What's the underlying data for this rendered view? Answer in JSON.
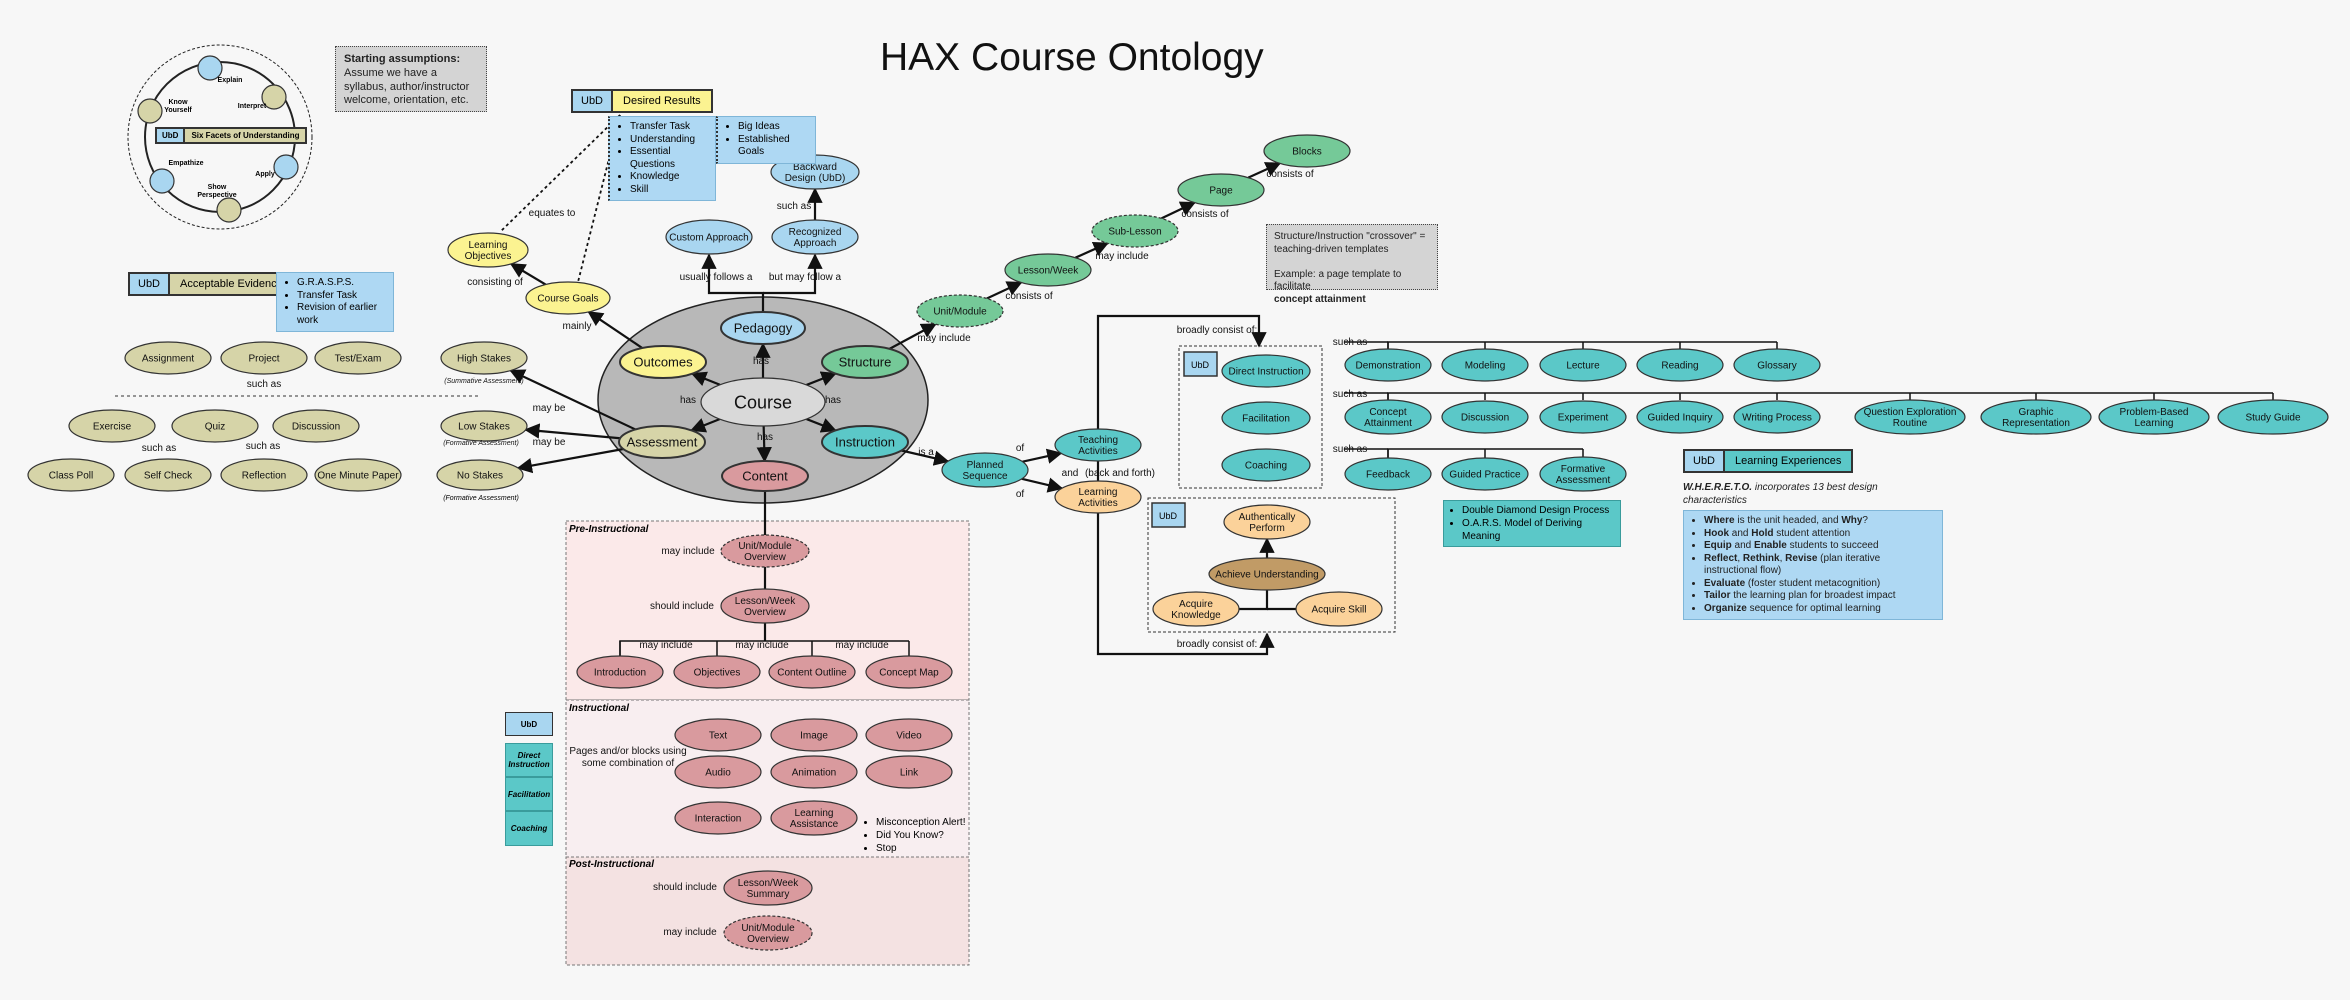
{
  "title": "HAX Course Ontology",
  "assumptions": {
    "heading": "Starting assumptions:",
    "text": "Assume we have a syllabus, author/instructor welcome, orientation, etc."
  },
  "crossover": {
    "line1": "Structure/Instruction \"crossover\" =",
    "line2": "teaching-driven templates",
    "line3": "Example: a page template to facilitate",
    "line4": "concept attainment"
  },
  "facets": {
    "ubd": "UbD",
    "label": "Six Facets of Understanding",
    "items": [
      "Explain",
      "Interpret",
      "Apply",
      "Show Perspective",
      "Empathize",
      "Know Yourself"
    ]
  },
  "desired_results": {
    "ubd": "UbD",
    "label": "Desired Results",
    "list1": [
      "Transfer Task",
      "Understanding",
      "Essential Questions",
      "Knowledge",
      "Skill"
    ],
    "list2": [
      "Big Ideas",
      "Established Goals"
    ]
  },
  "acceptable_evidence": {
    "ubd": "UbD",
    "label": "Acceptable Evidence",
    "list": [
      "G.R.A.S.P.S.",
      "Transfer Task",
      "Revision of earlier work"
    ]
  },
  "learning_experiences": {
    "ubd": "UbD",
    "label": "Learning Experiences",
    "heading_b": "W.H.E.R.E.T.O.",
    "heading_rest": " incorporates 13 best design characteristics",
    "items": [
      {
        "b": "Where",
        "t": " is the unit headed, and ",
        "b2": "Why",
        "t2": "?"
      },
      {
        "b": "Hook",
        "t": " and ",
        "b2": "Hold",
        "t2": " student attention"
      },
      {
        "b": "Equip",
        "t": " and ",
        "b2": "Enable",
        "t2": " students to succeed"
      },
      {
        "b": "Reflect",
        "t": ", ",
        "b2": "Rethink",
        "t2": ", ",
        "b3": "Revise",
        "t3": " (plan iterative instructional flow)"
      },
      {
        "b": "Evaluate",
        "t": " (foster student metacognition)"
      },
      {
        "b": "Tailor",
        "t": " the learning plan for broadest impact"
      },
      {
        "b": "Organize",
        "t": " sequence for optimal learning"
      }
    ]
  },
  "design_process": [
    "Double Diamond Design Process",
    "O.A.R.S. Model of Deriving Meaning"
  ],
  "legend": {
    "ubd": "UbD",
    "items": [
      "Direct Instruction",
      "Facilitation",
      "Coaching"
    ]
  },
  "misconception": [
    "Misconception Alert!",
    "Did You Know?",
    "Stop"
  ],
  "sections": {
    "pre": "Pre-Instructional",
    "inst": "Instructional",
    "post": "Post-Instructional"
  },
  "colors": {
    "yellow": "#fbf391",
    "blue": "#a9d6f0",
    "green": "#75c998",
    "teal": "#5bc8c8",
    "red": "#d99a9e",
    "olive": "#d6d4a8",
    "grey": "#b5b5b5",
    "orange": "#fbd29a",
    "brown": "#c19b66"
  },
  "nodes": [
    {
      "id": "course",
      "label": [
        "Course"
      ],
      "c": "#d9d9d9",
      "big": true
    },
    {
      "id": "pedagogy",
      "label": [
        "Pedagogy"
      ],
      "c": "#a9d6f0",
      "bold": true
    },
    {
      "id": "outcomes",
      "label": [
        "Outcomes"
      ],
      "c": "#fbf391",
      "bold": true
    },
    {
      "id": "structure",
      "label": [
        "Structure"
      ],
      "c": "#75c998",
      "bold": true
    },
    {
      "id": "assessment",
      "label": [
        "Assessment"
      ],
      "c": "#d6d4a8",
      "bold": true
    },
    {
      "id": "instruction",
      "label": [
        "Instruction"
      ],
      "c": "#5bc8c8",
      "bold": true
    },
    {
      "id": "content",
      "label": [
        "Content"
      ],
      "c": "#d99a9e",
      "bold": true
    },
    {
      "id": "custom",
      "label": [
        "Custom Approach"
      ],
      "c": "#a9d6f0"
    },
    {
      "id": "recognized",
      "label": [
        "Recognized",
        "Approach"
      ],
      "c": "#a9d6f0"
    },
    {
      "id": "backward",
      "label": [
        "Backward",
        "Design (UbD)"
      ],
      "c": "#a9d6f0"
    },
    {
      "id": "coursegoals",
      "label": [
        "Course Goals"
      ],
      "c": "#fbf391"
    },
    {
      "id": "learnobj",
      "label": [
        "Learning",
        "Objectives"
      ],
      "c": "#fbf391"
    },
    {
      "id": "highstakes",
      "label": [
        "High Stakes"
      ],
      "c": "#d6d4a8"
    },
    {
      "id": "lowstakes",
      "label": [
        "Low Stakes"
      ],
      "c": "#d6d4a8"
    },
    {
      "id": "nostakes",
      "label": [
        "No Stakes"
      ],
      "c": "#d6d4a8"
    },
    {
      "id": "assignment",
      "label": [
        "Assignment"
      ],
      "c": "#d6d4a8"
    },
    {
      "id": "project",
      "label": [
        "Project"
      ],
      "c": "#d6d4a8"
    },
    {
      "id": "testexam",
      "label": [
        "Test/Exam"
      ],
      "c": "#d6d4a8"
    },
    {
      "id": "exercise",
      "label": [
        "Exercise"
      ],
      "c": "#d6d4a8"
    },
    {
      "id": "quiz",
      "label": [
        "Quiz"
      ],
      "c": "#d6d4a8"
    },
    {
      "id": "discussion1",
      "label": [
        "Discussion"
      ],
      "c": "#d6d4a8"
    },
    {
      "id": "classpoll",
      "label": [
        "Class Poll"
      ],
      "c": "#d6d4a8"
    },
    {
      "id": "selfcheck",
      "label": [
        "Self Check"
      ],
      "c": "#d6d4a8"
    },
    {
      "id": "reflection",
      "label": [
        "Reflection"
      ],
      "c": "#d6d4a8"
    },
    {
      "id": "oneminute",
      "label": [
        "One Minute Paper"
      ],
      "c": "#d6d4a8"
    },
    {
      "id": "unitmodule",
      "label": [
        "Unit/Module"
      ],
      "c": "#75c998",
      "dash": true
    },
    {
      "id": "lessonweek",
      "label": [
        "Lesson/Week"
      ],
      "c": "#75c998"
    },
    {
      "id": "sublesson",
      "label": [
        "Sub-Lesson"
      ],
      "c": "#75c998",
      "dash": true
    },
    {
      "id": "page",
      "label": [
        "Page"
      ],
      "c": "#75c998"
    },
    {
      "id": "blocks",
      "label": [
        "Blocks"
      ],
      "c": "#75c998"
    },
    {
      "id": "planned",
      "label": [
        "Planned",
        "Sequence"
      ],
      "c": "#5bc8c8"
    },
    {
      "id": "teaching",
      "label": [
        "Teaching",
        "Activities"
      ],
      "c": "#5bc8c8"
    },
    {
      "id": "learning",
      "label": [
        "Learning",
        "Activities"
      ],
      "c": "#fbd29a"
    },
    {
      "id": "di",
      "label": [
        "Direct Instruction"
      ],
      "c": "#5bc8c8"
    },
    {
      "id": "fac",
      "label": [
        "Facilitation"
      ],
      "c": "#5bc8c8"
    },
    {
      "id": "coach",
      "label": [
        "Coaching"
      ],
      "c": "#5bc8c8"
    },
    {
      "id": "demo",
      "label": [
        "Demonstration"
      ],
      "c": "#5bc8c8"
    },
    {
      "id": "modeling",
      "label": [
        "Modeling"
      ],
      "c": "#5bc8c8"
    },
    {
      "id": "lecture",
      "label": [
        "Lecture"
      ],
      "c": "#5bc8c8"
    },
    {
      "id": "reading",
      "label": [
        "Reading"
      ],
      "c": "#5bc8c8"
    },
    {
      "id": "glossary",
      "label": [
        "Glossary"
      ],
      "c": "#5bc8c8"
    },
    {
      "id": "concept",
      "label": [
        "Concept",
        "Attainment"
      ],
      "c": "#5bc8c8"
    },
    {
      "id": "discussion2",
      "label": [
        "Discussion"
      ],
      "c": "#5bc8c8"
    },
    {
      "id": "experiment",
      "label": [
        "Experiment"
      ],
      "c": "#5bc8c8"
    },
    {
      "id": "guidedinq",
      "label": [
        "Guided Inquiry"
      ],
      "c": "#5bc8c8"
    },
    {
      "id": "writing",
      "label": [
        "Writing Process"
      ],
      "c": "#5bc8c8"
    },
    {
      "id": "qer",
      "label": [
        "Question Exploration",
        "Routine"
      ],
      "c": "#5bc8c8"
    },
    {
      "id": "graphic",
      "label": [
        "Graphic",
        "Representation"
      ],
      "c": "#5bc8c8"
    },
    {
      "id": "pbl",
      "label": [
        "Problem-Based",
        "Learning"
      ],
      "c": "#5bc8c8"
    },
    {
      "id": "studyguide",
      "label": [
        "Study Guide"
      ],
      "c": "#5bc8c8"
    },
    {
      "id": "feedback",
      "label": [
        "Feedback"
      ],
      "c": "#5bc8c8"
    },
    {
      "id": "guidedprac",
      "label": [
        "Guided Practice"
      ],
      "c": "#5bc8c8"
    },
    {
      "id": "formative",
      "label": [
        "Formative",
        "Assessment"
      ],
      "c": "#5bc8c8"
    },
    {
      "id": "authperf",
      "label": [
        "Authentically",
        "Perform"
      ],
      "c": "#fbd29a"
    },
    {
      "id": "achieve",
      "label": [
        "Achieve Understanding"
      ],
      "c": "#c19b66"
    },
    {
      "id": "acqknow",
      "label": [
        "Acquire",
        "Knowledge"
      ],
      "c": "#fbd29a"
    },
    {
      "id": "acqskill",
      "label": [
        "Acquire Skill"
      ],
      "c": "#fbd29a"
    },
    {
      "id": "unitover",
      "label": [
        "Unit/Module",
        "Overview"
      ],
      "c": "#d99a9e",
      "dash": true
    },
    {
      "id": "lessonover",
      "label": [
        "Lesson/Week",
        "Overview"
      ],
      "c": "#d99a9e"
    },
    {
      "id": "intro",
      "label": [
        "Introduction"
      ],
      "c": "#d99a9e"
    },
    {
      "id": "objectives",
      "label": [
        "Objectives"
      ],
      "c": "#d99a9e"
    },
    {
      "id": "outline",
      "label": [
        "Content Outline"
      ],
      "c": "#d99a9e"
    },
    {
      "id": "conceptmap",
      "label": [
        "Concept Map"
      ],
      "c": "#d99a9e"
    },
    {
      "id": "text",
      "label": [
        "Text"
      ],
      "c": "#d99a9e"
    },
    {
      "id": "image",
      "label": [
        "Image"
      ],
      "c": "#d99a9e"
    },
    {
      "id": "video",
      "label": [
        "Video"
      ],
      "c": "#d99a9e"
    },
    {
      "id": "audio",
      "label": [
        "Audio"
      ],
      "c": "#d99a9e"
    },
    {
      "id": "animation",
      "label": [
        "Animation"
      ],
      "c": "#d99a9e"
    },
    {
      "id": "link",
      "label": [
        "Link"
      ],
      "c": "#d99a9e"
    },
    {
      "id": "interaction",
      "label": [
        "Interaction"
      ],
      "c": "#d99a9e"
    },
    {
      "id": "learnassist",
      "label": [
        "Learning",
        "Assistance"
      ],
      "c": "#d99a9e"
    },
    {
      "id": "lessonsumm",
      "label": [
        "Lesson/Week",
        "Summary"
      ],
      "c": "#d99a9e"
    },
    {
      "id": "unitover2",
      "label": [
        "Unit/Module",
        "Overview"
      ],
      "c": "#d99a9e",
      "dash": true
    }
  ],
  "labels": [
    {
      "id": "l_has1",
      "t": "has"
    },
    {
      "id": "l_has2",
      "t": "has"
    },
    {
      "id": "l_has3",
      "t": "has"
    },
    {
      "id": "l_has4",
      "t": "has"
    },
    {
      "id": "l_usually",
      "t": "usually follows a"
    },
    {
      "id": "l_butmay",
      "t": "but may follow a"
    },
    {
      "id": "l_suchas1",
      "t": "such as"
    },
    {
      "id": "l_equates",
      "t": "equates to"
    },
    {
      "id": "l_consisting",
      "t": "consisting of"
    },
    {
      "id": "l_mainly",
      "t": "mainly"
    },
    {
      "id": "l_maybe1",
      "t": "may be"
    },
    {
      "id": "l_maybe2",
      "t": "may be"
    },
    {
      "id": "l_summative",
      "t": "(Summative Assessment)"
    },
    {
      "id": "l_formative1",
      "t": "(Formative Assessment)"
    },
    {
      "id": "l_formative2",
      "t": "(Formative Assessment)"
    },
    {
      "id": "l_suchas2",
      "t": "such as"
    },
    {
      "id": "l_suchas3",
      "t": "such as"
    },
    {
      "id": "l_suchas4",
      "t": "such as"
    },
    {
      "id": "l_mayinclude1",
      "t": "may include"
    },
    {
      "id": "l_consists1",
      "t": "consists of"
    },
    {
      "id": "l_mayinclude2",
      "t": "may include"
    },
    {
      "id": "l_consists2",
      "t": "consists of"
    },
    {
      "id": "l_consists3",
      "t": "consists of"
    },
    {
      "id": "l_isa",
      "t": "is a"
    },
    {
      "id": "l_of1",
      "t": "of"
    },
    {
      "id": "l_of2",
      "t": "of"
    },
    {
      "id": "l_and",
      "t": "and"
    },
    {
      "id": "l_backforth",
      "t": "(back and forth)"
    },
    {
      "id": "l_broadly1",
      "t": "broadly consist of:"
    },
    {
      "id": "l_broadly2",
      "t": "broadly consist of:"
    },
    {
      "id": "l_suchas5",
      "t": "such as"
    },
    {
      "id": "l_suchas6",
      "t": "such as"
    },
    {
      "id": "l_suchas7",
      "t": "such as"
    },
    {
      "id": "l_mayinclude3",
      "t": "may include"
    },
    {
      "id": "l_shouldinclude1",
      "t": "should include"
    },
    {
      "id": "l_mayinclude4",
      "t": "may include"
    },
    {
      "id": "l_mayinclude5",
      "t": "may include"
    },
    {
      "id": "l_mayinclude6",
      "t": "may include"
    },
    {
      "id": "l_pages1",
      "t": "Pages and/or blocks using"
    },
    {
      "id": "l_pages2",
      "t": "some combination of"
    },
    {
      "id": "l_shouldinclude2",
      "t": "should include"
    },
    {
      "id": "l_mayinclude7",
      "t": "may include"
    }
  ]
}
